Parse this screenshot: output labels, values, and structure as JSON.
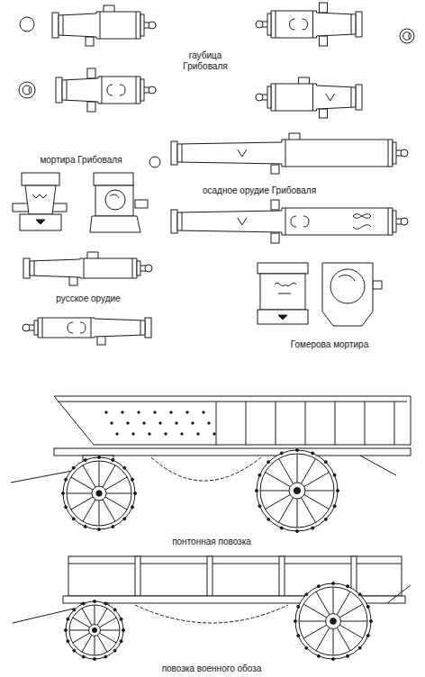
{
  "diagram": {
    "labels": [
      "гаубица Грибоваля",
      "мортира Грибоваля",
      "осадное орудие Грибоваля",
      "русское орудие",
      "Гомерова мортира",
      "понтонная повозка",
      "повозка военного обоза"
    ]
  }
}
